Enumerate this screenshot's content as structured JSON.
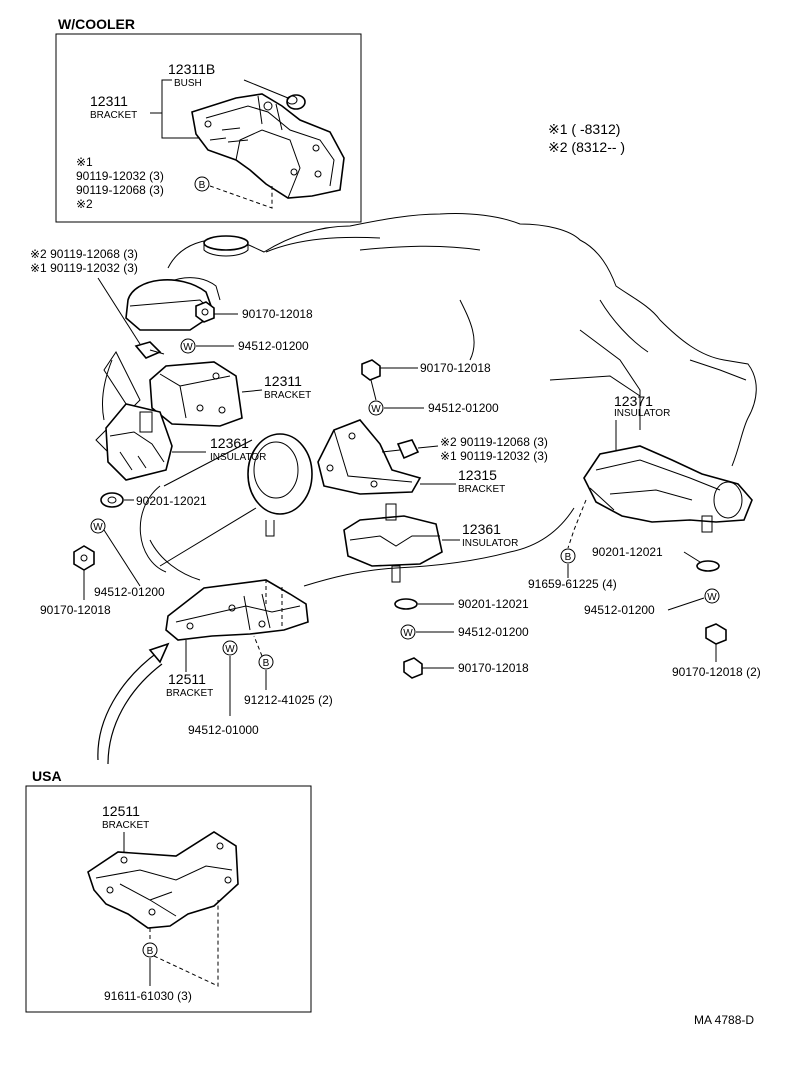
{
  "insets": {
    "cooler": {
      "title": "W/COOLER"
    },
    "usa": {
      "title": "USA"
    }
  },
  "legend": {
    "line1": "※1 (      -8312)",
    "line2": "※2 (8312--      )"
  },
  "labels": {
    "cooler_bush_num": "12311B",
    "cooler_bush_name": "BUSH",
    "cooler_bracket_num": "12311",
    "cooler_bracket_name": "BRACKET",
    "cooler_mark1": "※1",
    "cooler_bolt1": "90119-12032 (3)",
    "cooler_bolt2": "90119-12068 (3)",
    "cooler_mark2": "※2",
    "left_bolt_a": "※2  90119-12068 (3)",
    "left_bolt_b": "※1  90119-12032 (3)",
    "left_nut_top": "90170-12018",
    "left_washer_top": "94512-01200",
    "left_bracket_num": "12311",
    "left_bracket_name": "BRACKET",
    "left_insulator_num": "12361",
    "left_insulator_name": "INSULATOR",
    "left_washer_plate": "90201-12021",
    "left_washer_low": "94512-01200",
    "left_nut_low": "90170-12018",
    "mid_nut_top": "90170-12018",
    "mid_washer_top": "94512-01200",
    "mid_bolt_a": "※2  90119-12068 (3)",
    "mid_bolt_b": "※1  90119-12032 (3)",
    "mid_bracket_num": "12315",
    "mid_bracket_name": "BRACKET",
    "mid_insulator_num": "12361",
    "mid_insulator_name": "INSULATOR",
    "mid_plate": "90201-12021",
    "mid_washer_low": "94512-01200",
    "mid_nut_low": "90170-12018",
    "rear_insulator_num": "12371",
    "rear_insulator_name": "INSULATOR",
    "rear_plate": "90201-12021",
    "rear_bolt": "91659-61225 (4)",
    "rear_washer": "94512-01200",
    "rear_nut": "90170-12018 (2)",
    "front_bracket_num": "12511",
    "front_bracket_name": "BRACKET",
    "front_bolt": "91212-41025 (2)",
    "front_washer": "94512-01000",
    "usa_bracket_num": "12511",
    "usa_bracket_name": "BRACKET",
    "usa_bolt": "91611-61030 (3)",
    "diagram_code": "MA  4788-D"
  },
  "symbols": {
    "washer": "W",
    "bolt": "B"
  }
}
